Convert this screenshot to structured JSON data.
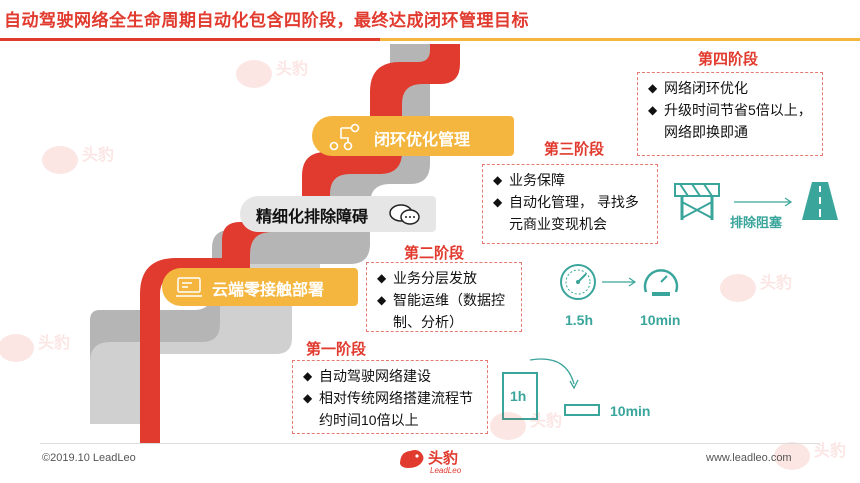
{
  "title": "自动驾驶网络全生命周期自动化包含四阶段，最终达成闭环管理目标",
  "stages": {
    "s1": {
      "name": "第一阶段",
      "bullets": [
        "自动驾驶网络建设",
        "相对传统网络搭建流程节约时间10倍以上"
      ]
    },
    "s2": {
      "name": "第二阶段",
      "bullets": [
        "业务分层发放",
        "智能运维（数据控制、分析）"
      ]
    },
    "s3": {
      "name": "第三阶段",
      "bullets": [
        "业务保障",
        "自动化管理， 寻找多元商业变现机会"
      ]
    },
    "s4": {
      "name": "第四阶段",
      "bullets": [
        "网络闭环优化",
        "升级时间节省5倍以上，网络即换即通"
      ]
    }
  },
  "steps": {
    "cloud": "云端零接触部署",
    "refine": "精细化排除障碍",
    "closed": "闭环优化管理"
  },
  "icons": {
    "s1_left": "1h",
    "s1_right": "10min",
    "s2_left": "1.5h",
    "s2_right": "10min",
    "s3_label": "排除阻塞"
  },
  "footer": {
    "copyright": "©2019.10 LeadLeo",
    "logo_cn": "头豹",
    "logo_en": "LeadLeo",
    "website": "www.leadleo.com"
  },
  "colors": {
    "red": "#e13a2e",
    "yellow": "#f4b63f",
    "gray": "#a6a6a6",
    "light_gray": "#d9d9d9",
    "teal": "#3aa59b"
  }
}
